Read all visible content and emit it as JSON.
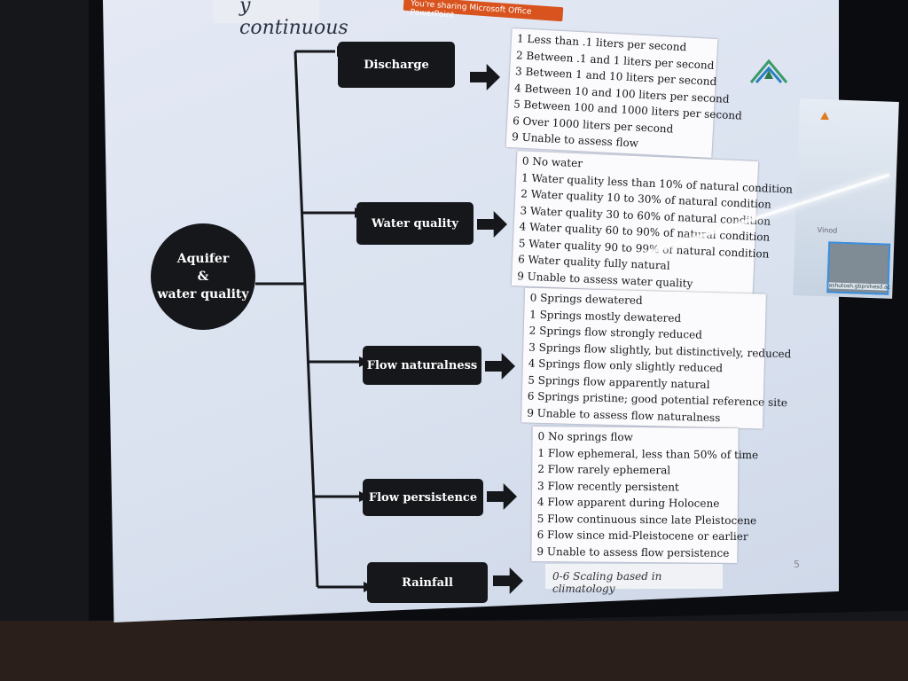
{
  "slide": {
    "title_fragment": "y continuous",
    "page_number": "5",
    "note": "0-6 Scaling based in climatology"
  },
  "sharing_banner": "You're sharing Microsoft Office PowerPoint",
  "root": {
    "line1": "Aquifer",
    "line2": "&",
    "line3": "water quality"
  },
  "branches": [
    {
      "label": "Discharge",
      "items": [
        "1  Less than .1 liters per second",
        "2  Between .1 and 1 liters per second",
        "3  Between 1 and 10 liters per second",
        "4  Between 10 and 100 liters per second",
        "5  Between 100 and 1000 liters per second",
        "6  Over 1000 liters per second",
        "9  Unable to assess flow"
      ]
    },
    {
      "label": "Water quality",
      "items": [
        "0  No water",
        "1  Water quality less than 10% of natural condition",
        "2  Water quality 10 to 30% of natural condition",
        "3  Water quality  30 to 60% of natural condition",
        "4  Water quality 60 to 90% of natural condition",
        "5  Water quality 90 to 99% of natural condition",
        "6  Water quality fully natural",
        "9  Unable to assess water quality"
      ]
    },
    {
      "label": "Flow naturalness",
      "items": [
        "0  Springs dewatered",
        "1  Springs mostly dewatered",
        "2  Springs flow strongly reduced",
        "3  Springs flow slightly, but distinctively, reduced",
        "4  Springs flow only slightly reduced",
        "5  Springs flow apparently natural",
        "6  Springs pristine; good potential reference site",
        "9  Unable to assess flow naturalness"
      ]
    },
    {
      "label": "Flow persistence",
      "items": [
        "0  No springs flow",
        "1  Flow ephemeral, less than 50% of time",
        "2  Flow rarely ephemeral",
        "3  Flow recently persistent",
        "4  Flow apparent during Holocene",
        "5  Flow continuous since late Pleistocene",
        "6  Flow since mid-Pleistocene or earlier",
        "9  Unable to assess flow persistence"
      ]
    },
    {
      "label": "Rainfall"
    }
  ],
  "meeting_panel": {
    "participant": "Vinod",
    "video_caption": "ashutosh.gbpnihesd.ac"
  }
}
